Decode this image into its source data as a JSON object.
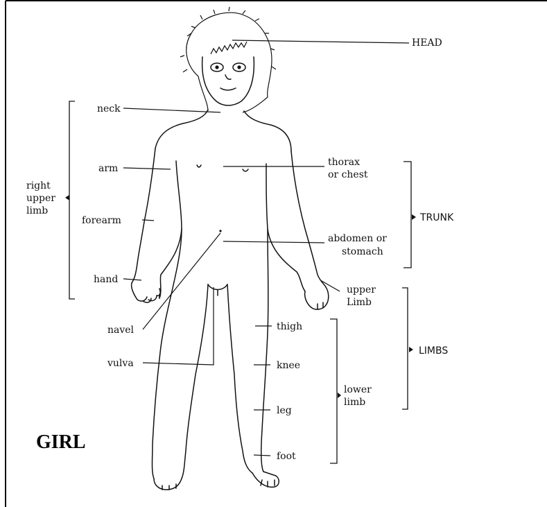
{
  "title": "GIRL",
  "labels": {
    "head": "HEAD",
    "neck": "neck",
    "arm": "arm",
    "forearm": "forearm",
    "hand": "hand",
    "right_upper_limb": [
      "right",
      "upper",
      "limb"
    ],
    "thorax": [
      "thorax",
      "or chest"
    ],
    "abdomen": [
      "abdomen or",
      "stomach"
    ],
    "upper_limb": [
      "upper",
      "Limb"
    ],
    "navel": "navel",
    "vulva": "vulva",
    "thigh": "thigh",
    "knee": "knee",
    "leg": "leg",
    "foot": "foot",
    "lower_limb": [
      "lower",
      "limb"
    ]
  },
  "groups": {
    "trunk": "TRUNK",
    "limbs": "LIMBS"
  }
}
